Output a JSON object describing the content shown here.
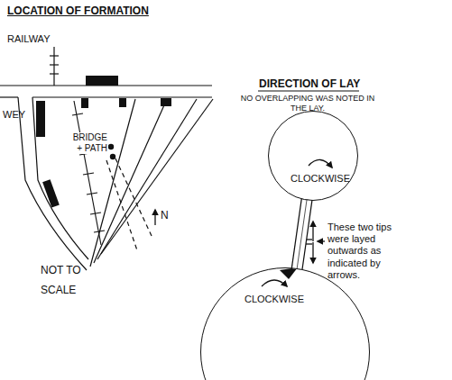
{
  "diagram": {
    "nodes": [
      {
        "text": [
          "CLOCKWISE"
        ]
      },
      {
        "text": [
          "CLOCKWISE"
        ]
      }
    ],
    "edges": [
      {
        "from": 0,
        "to": 1,
        "arrow": "none"
      }
    ],
    "labels": [
      "LOCATION OF FORMATION",
      "RAILWAY",
      "WEY",
      "BRIDGE + PATH",
      "N",
      "NOT TO SCALE",
      "DIRECTION OF LAY",
      "NO OVERLAPPING WAS NOTED IN THE LAY.",
      "These two tips were layed outwards as indicated by arrows."
    ]
  }
}
